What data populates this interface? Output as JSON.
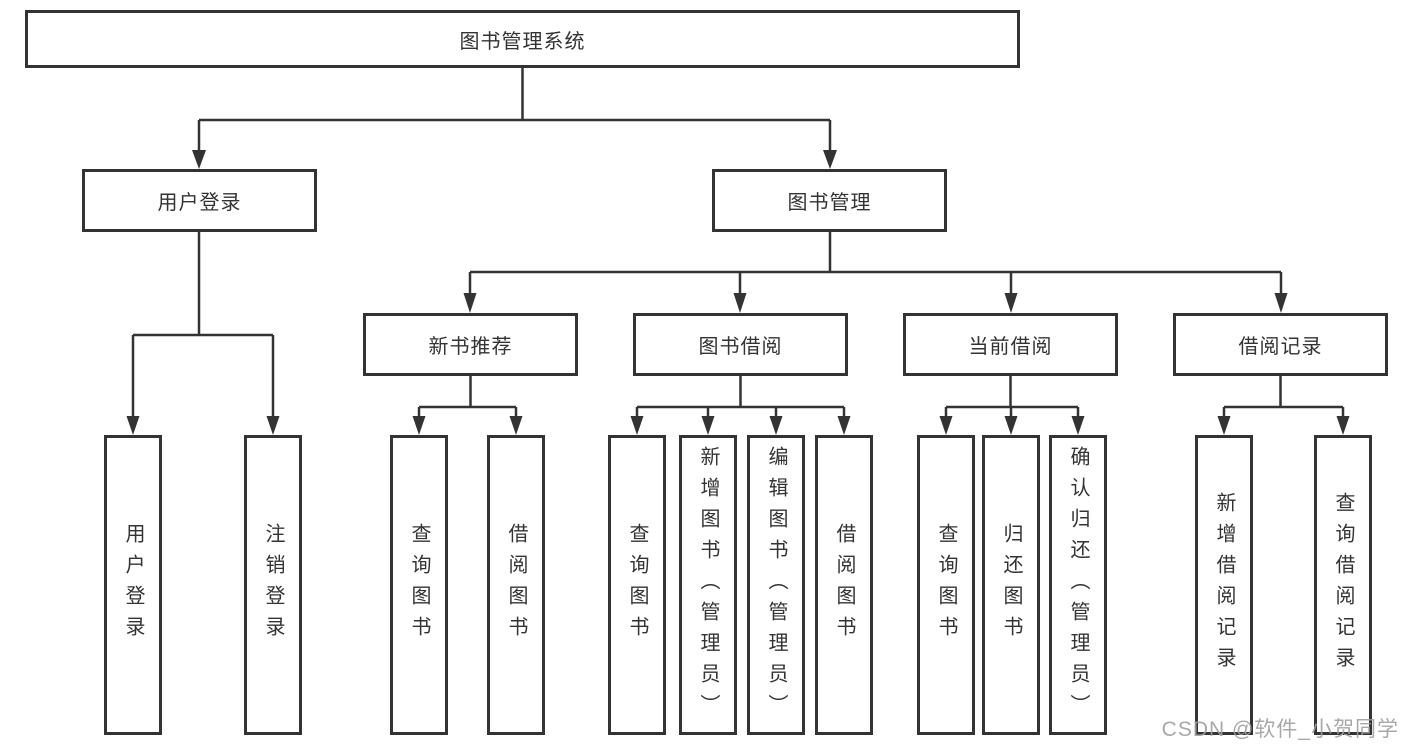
{
  "tree": {
    "root": "图书管理系统",
    "user": {
      "label": "用户登录",
      "children": [
        "用户登录",
        "注销登录"
      ]
    },
    "mgmt": {
      "label": "图书管理",
      "sections": [
        {
          "label": "新书推荐",
          "children": [
            "查询图书",
            "借阅图书"
          ]
        },
        {
          "label": "图书借阅",
          "children": [
            "查询图书",
            "新增图书（管理员）",
            "编辑图书（管理员）",
            "借阅图书"
          ]
        },
        {
          "label": "当前借阅",
          "children": [
            "查询图书",
            "归还图书",
            "确认归还（管理员）"
          ]
        },
        {
          "label": "借阅记录",
          "children": [
            "新增借阅记录",
            "查询借阅记录"
          ]
        }
      ]
    }
  },
  "watermark": {
    "text": "CSDN @软件_小贺同学"
  },
  "colors": {
    "line": "#333333",
    "box_border": "#333333",
    "box_fill": "#ffffff",
    "text": "#333333",
    "watermark": "#9e9e9e"
  }
}
